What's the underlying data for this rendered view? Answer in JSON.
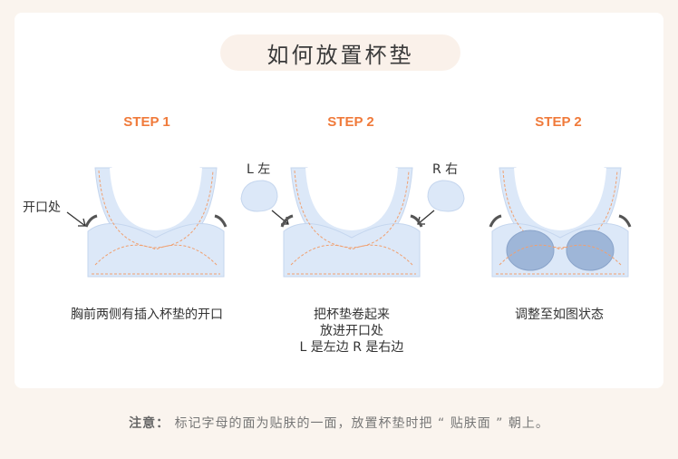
{
  "title": "如何放置杯垫",
  "steps": [
    {
      "label": "STEP 1",
      "callout": "开口处",
      "caption_lines": [
        "胸前两侧有插入杯垫的开口"
      ]
    },
    {
      "label": "STEP 2",
      "left_label": "L 左",
      "right_label": "R 右",
      "caption_lines": [
        "把杯垫卷起来",
        "放进开口处",
        "L 是左边 R 是右边"
      ]
    },
    {
      "label": "STEP 2",
      "caption_lines": [
        "调整至如图状态"
      ]
    }
  ],
  "note": {
    "label": "注意：",
    "text": "标记字母的面为贴肤的一面，放置杯垫时把 “ 贴肤面 ” 朝上。"
  },
  "colors": {
    "accent": "#f07a3a",
    "garment": "#dce8f8",
    "stitch": "#f0a070",
    "pad": "#9eb6d8"
  }
}
